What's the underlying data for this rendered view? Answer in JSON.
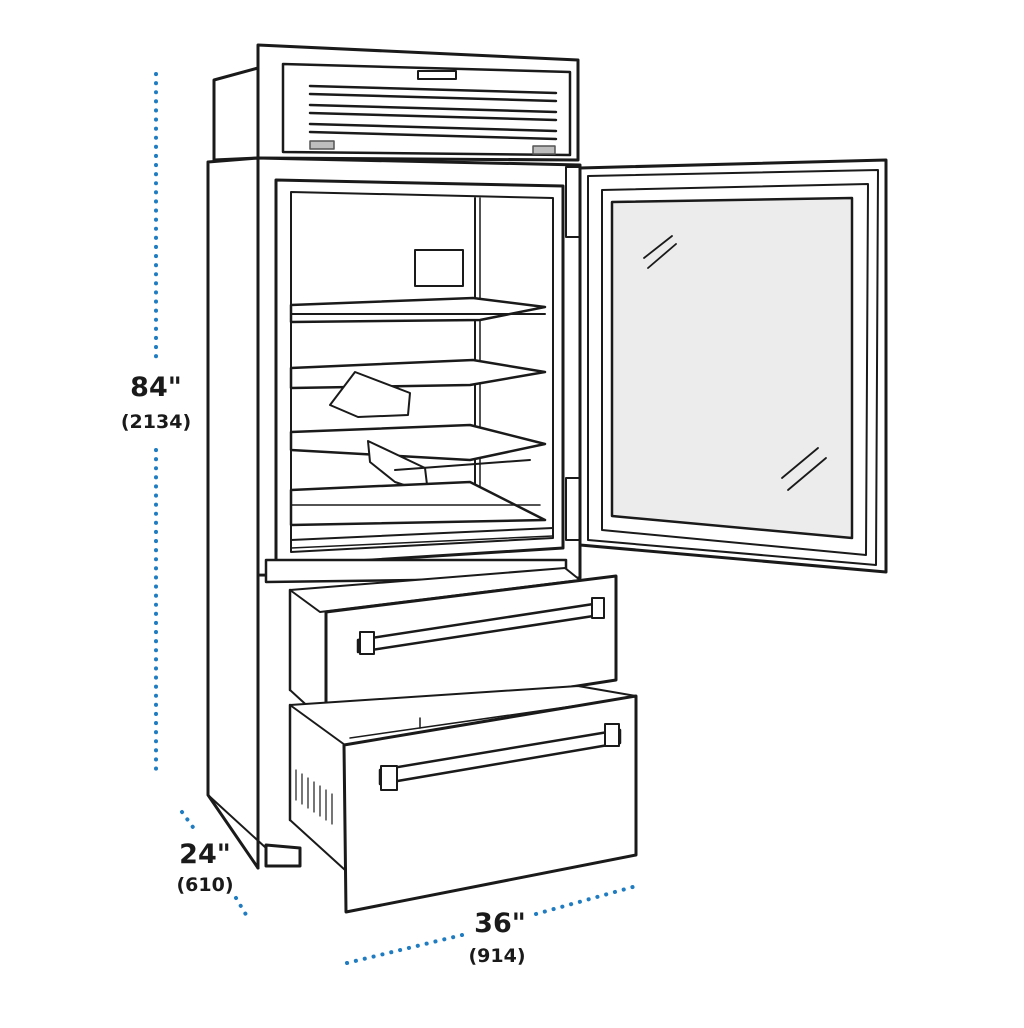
{
  "colors": {
    "dimension_dots": "#1f7cc1",
    "line_art": "#1a1a1a",
    "glass_fill": "#ececec",
    "background": "#ffffff"
  },
  "dimensions": {
    "height": {
      "imperial": "84\"",
      "metric": "(2134)"
    },
    "depth": {
      "imperial": "24\"",
      "metric": "(610)"
    },
    "width": {
      "imperial": "36\"",
      "metric": "(914)"
    }
  }
}
